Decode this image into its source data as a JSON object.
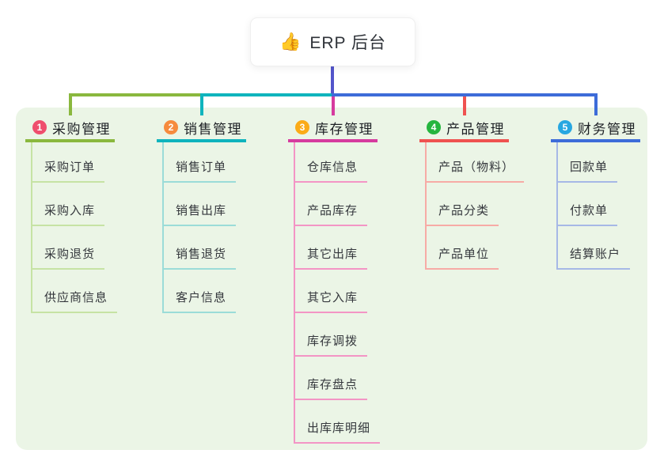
{
  "root": {
    "icon": "👍",
    "label": "ERP 后台"
  },
  "colors": {
    "panel_bg": "#ebf5e6",
    "root_line": "#5355cb",
    "canvas_bg": "#ffffff"
  },
  "branches": [
    {
      "num": "1",
      "label": "采购管理",
      "badge_color": "#ef4e6d",
      "line_color": "#8ab83e",
      "child_line_color": "#c6e3a4",
      "children": [
        "采购订单",
        "采购入库",
        "采购退货",
        "供应商信息"
      ]
    },
    {
      "num": "2",
      "label": "销售管理",
      "badge_color": "#f68b3e",
      "line_color": "#0fb4bd",
      "child_line_color": "#9bdcd8",
      "children": [
        "销售订单",
        "销售出库",
        "销售退货",
        "客户信息"
      ]
    },
    {
      "num": "3",
      "label": "库存管理",
      "badge_color": "#fbab17",
      "line_color": "#d63b9f",
      "child_line_color": "#f395c5",
      "children": [
        "仓库信息",
        "产品库存",
        "其它出库",
        "其它入库",
        "库存调拨",
        "库存盘点",
        "出库库明细"
      ]
    },
    {
      "num": "4",
      "label": "产品管理",
      "badge_color": "#25b53e",
      "line_color": "#ef5250",
      "child_line_color": "#f7aba6",
      "children": [
        "产品（物料）",
        "产品分类",
        "产品单位"
      ]
    },
    {
      "num": "5",
      "label": "财务管理",
      "badge_color": "#27a7e1",
      "line_color": "#3d6cd9",
      "child_line_color": "#a6b8e6",
      "children": [
        "回款单",
        "付款单",
        "结算账户"
      ]
    }
  ]
}
